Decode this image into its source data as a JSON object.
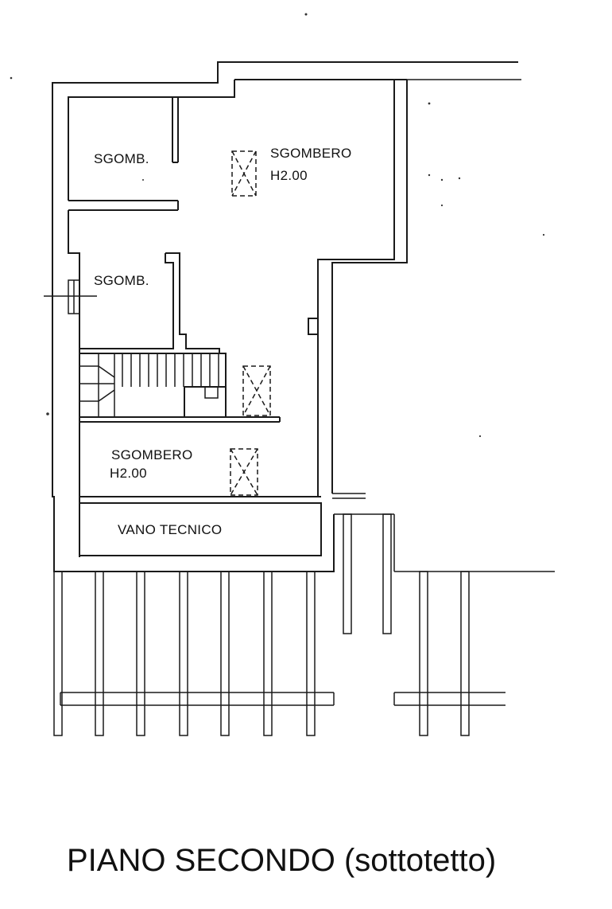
{
  "plan": {
    "title": "PIANO SECONDO (sottotetto)",
    "rooms": {
      "sgomb_top": "SGOMB.",
      "sgomb_mid": "SGOMB.",
      "sgombero_top_name": "SGOMBERO",
      "sgombero_top_height": "H2.00",
      "sgombero_bottom_name": "SGOMBERO",
      "sgombero_bottom_height": "H2.00",
      "vano_tecnico": "VANO TECNICO"
    }
  }
}
